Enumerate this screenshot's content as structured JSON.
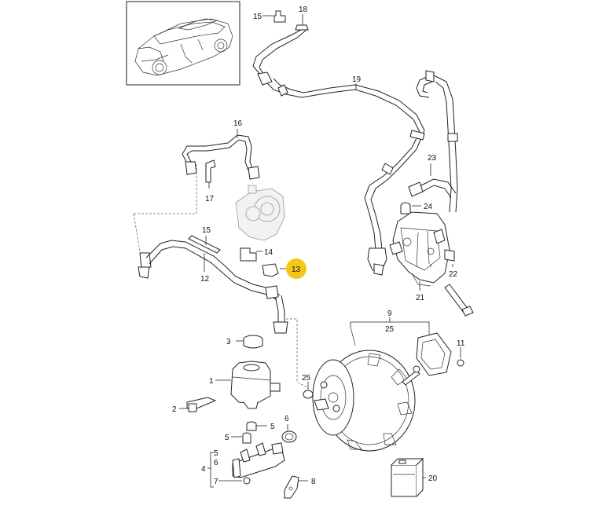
{
  "diagram": {
    "subject": "Brake booster and vacuum line parts diagram",
    "highlight_color": "#f5c518",
    "callouts": {
      "c1": "1",
      "c2": "2",
      "c3": "3",
      "c4": "4",
      "c5a": "5",
      "c5b": "5",
      "c5c": "5",
      "c6a": "6",
      "c6b": "6",
      "c7": "7",
      "c8": "8",
      "c9": "9",
      "c11": "11",
      "c12": "12",
      "c13": "13",
      "c14": "14",
      "c15a": "15",
      "c15b": "15",
      "c16": "16",
      "c17": "17",
      "c18": "18",
      "c19": "19",
      "c20": "20",
      "c21": "21",
      "c22": "22",
      "c23": "23",
      "c24": "24",
      "c25a": "25",
      "c25b": "25"
    },
    "highlighted": "c13"
  }
}
